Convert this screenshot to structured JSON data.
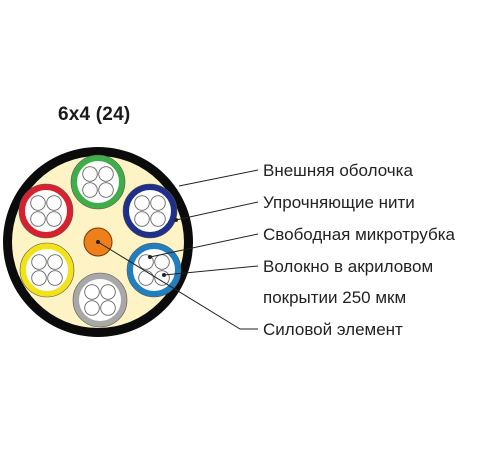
{
  "diagram": {
    "title": "6x4 (24)",
    "labels": [
      "Внешняя оболочка",
      "Упрочняющие нити",
      "Свободная микротрубка",
      "Волокно в акриловом",
      "покрытии 250 мкм",
      "Силовой элемент"
    ]
  },
  "colors": {
    "jacket": "#0b0b0b",
    "filler": "#fdf3c4",
    "tube_outline": "#555555",
    "fiber_outline": "#666666",
    "leader": "#222222",
    "tube_green": "#3fae49",
    "tube_blue": "#1f2f8a",
    "tube_light_blue": "#1f7fbf",
    "tube_grey": "#a8a8a8",
    "tube_yellow": "#f2e21a",
    "tube_red": "#d9202e",
    "free_microtube": "#ee7f1a"
  },
  "tubes": [
    {
      "name": "green",
      "color_key": "tube_green"
    },
    {
      "name": "blue",
      "color_key": "tube_blue"
    },
    {
      "name": "light-blue",
      "color_key": "tube_light_blue"
    },
    {
      "name": "grey",
      "color_key": "tube_grey"
    },
    {
      "name": "yellow",
      "color_key": "tube_yellow"
    },
    {
      "name": "red",
      "color_key": "tube_red"
    }
  ],
  "fibers_per_tube": 4
}
